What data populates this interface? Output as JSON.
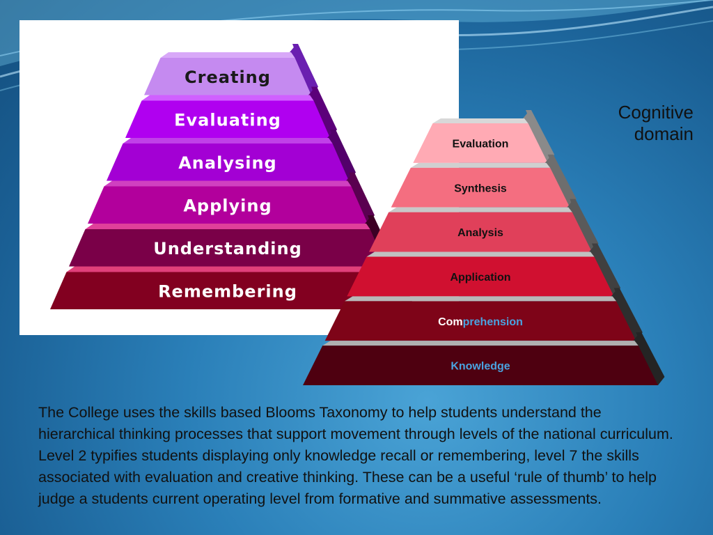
{
  "colors": {
    "background": "#2a7fb8",
    "left_text": "#ffffff",
    "left_top_text": "#1a1a1a",
    "right_text": "#111111",
    "right_highlight_text": "#4aa3e0"
  },
  "left_pyramid": {
    "levels": [
      {
        "label": "Creating",
        "face": "#c58af0",
        "side": "#6a1fb0",
        "ledge": "#d8a8f8"
      },
      {
        "label": "Evaluating",
        "face": "#b000f0",
        "side": "#5c007a",
        "ledge": "#d060ff"
      },
      {
        "label": "Analysing",
        "face": "#a300d4",
        "side": "#52006a",
        "ledge": "#c040e8"
      },
      {
        "label": "Applying",
        "face": "#b2009c",
        "side": "#5a0050",
        "ledge": "#d040c0"
      },
      {
        "label": "Understanding",
        "face": "#7a0048",
        "side": "#3c0024",
        "ledge": "#e0409a"
      },
      {
        "label": "Remembering",
        "face": "#820020",
        "side": "#400010",
        "ledge": "#e0407a"
      }
    ]
  },
  "right_pyramid": {
    "levels": [
      {
        "label": "Evaluation",
        "face": "#ffaab4",
        "side": "#8a8a8a",
        "ledge": "#d8d8d8"
      },
      {
        "label": "Synthesis",
        "face": "#f46e80",
        "side": "#6e6e6e",
        "ledge": "#d0d0d0"
      },
      {
        "label": "Analysis",
        "face": "#e0405a",
        "side": "#5a5a5a",
        "ledge": "#c8c8c8"
      },
      {
        "label": "Application",
        "face": "#d01030",
        "side": "#404040",
        "ledge": "#c0c0c0"
      },
      {
        "label_main": "Com",
        "label_highlight": "prehension",
        "face": "#7e0418",
        "side": "#2e2e2e",
        "ledge": "#b8b8b8"
      },
      {
        "label": "Knowledge",
        "face": "#4e0010",
        "side": "#242424",
        "ledge": "#b0b0b0"
      }
    ]
  },
  "caption": {
    "line1": "Cognitive",
    "line2": "domain"
  },
  "body_text": "The College uses the skills based Blooms Taxonomy to help students understand the hierarchical thinking processes that support movement through levels of the national curriculum. Level 2 typifies students displaying only knowledge recall or remembering, level 7 the skills associated with evaluation and creative thinking. These can be a useful ‘rule of thumb’ to help judge a students current operating level from formative and summative assessments."
}
